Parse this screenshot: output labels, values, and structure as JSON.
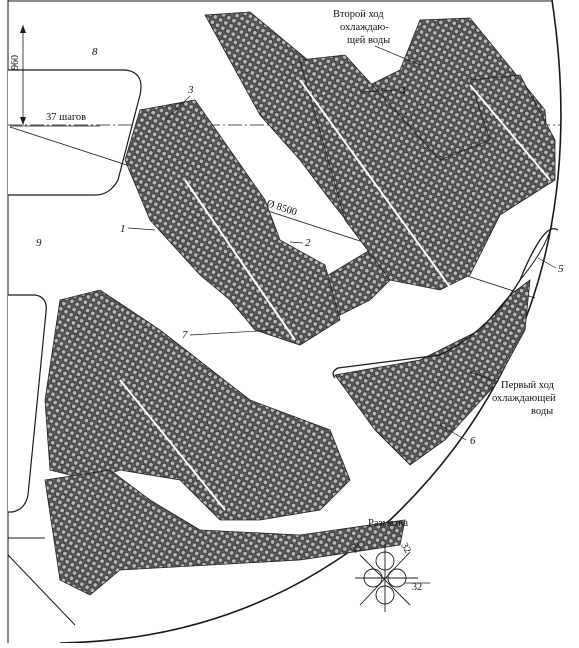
{
  "labels": {
    "dim_960": "960",
    "steps": "37 шагов",
    "diameter": "Ø 8500",
    "second_pass": [
      "Второй ход",
      "охлаждаю-",
      "щей воды"
    ],
    "first_pass": [
      "Первый ход",
      "охлаждающей",
      "воды"
    ],
    "marking_title": "Разметка",
    "mark_32_a": "32",
    "mark_32_b": "32",
    "mark_32_c": "32"
  },
  "callouts": {
    "n1": "1",
    "n2": "2",
    "n3": "3",
    "n4": "4",
    "n5": "5",
    "n6": "6",
    "n7": "7",
    "n8": "8",
    "n9": "9"
  },
  "colors": {
    "ink": "#1a1a1a",
    "tube_fill": "#6f6f6f",
    "paper": "#ffffff"
  }
}
